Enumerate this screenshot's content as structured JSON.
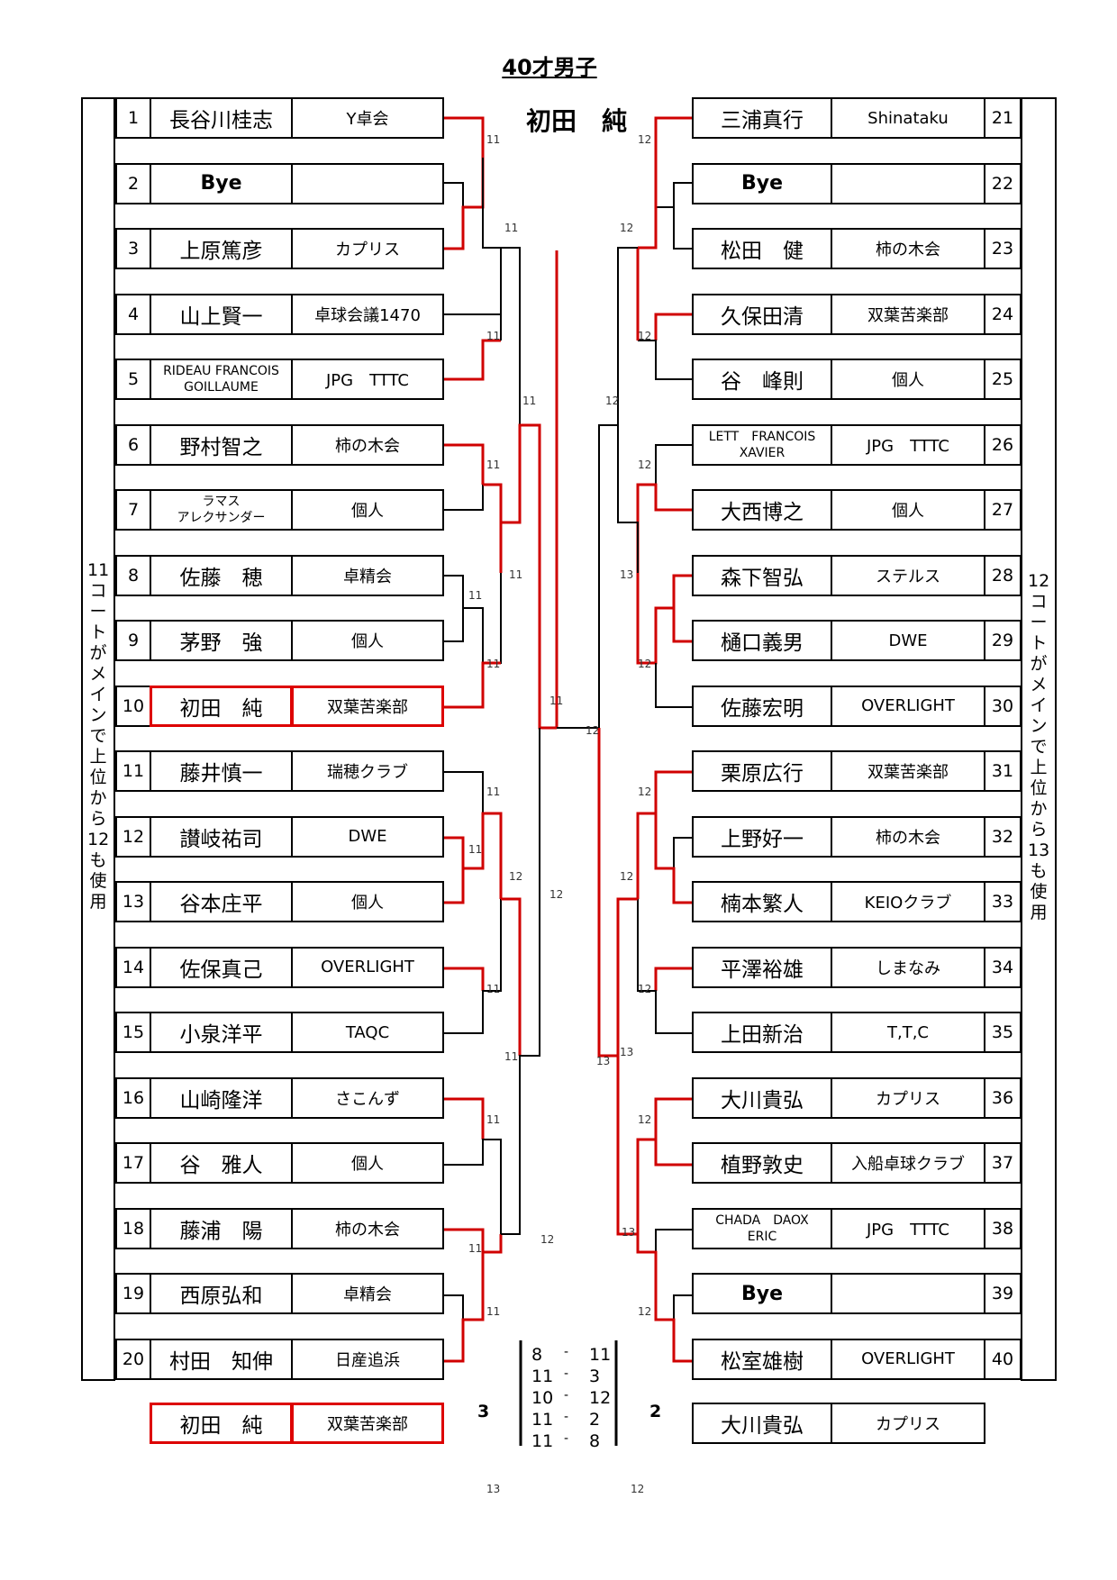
{
  "title": "40才男子",
  "champion": "初田　純",
  "left_note": "11\nコ\nー\nト\nが\nメ\nイ\nン\nで\n上\n位\nか\nら\n12\nも\n使\n用",
  "right_note": "12\nコ\nー\nト\nが\nメ\nイ\nン\nで\n上\n位\nか\nら\n13\nも\n使\n用",
  "left_players": [
    {
      "no": "1",
      "name": "長谷川桂志",
      "club": "Y卓会"
    },
    {
      "no": "2",
      "name": "Bye",
      "club": ""
    },
    {
      "no": "3",
      "name": "上原篤彦",
      "club": "カプリス"
    },
    {
      "no": "4",
      "name": "山上賢一",
      "club": "卓球会議1470"
    },
    {
      "no": "5",
      "name": "RIDEAU FRANCOIS\nGOILLAUME",
      "club": "JPG　TTTC"
    },
    {
      "no": "6",
      "name": "野村智之",
      "club": "柿の木会"
    },
    {
      "no": "7",
      "name": "ラマス\nアレクサンダー",
      "club": "個人"
    },
    {
      "no": "8",
      "name": "佐藤　穂",
      "club": "卓精会"
    },
    {
      "no": "9",
      "name": "茅野　強",
      "club": "個人"
    },
    {
      "no": "10",
      "name": "初田　純",
      "club": "双葉苦楽部"
    },
    {
      "no": "11",
      "name": "藤井慎一",
      "club": "瑞穂クラブ"
    },
    {
      "no": "12",
      "name": "讃岐祐司",
      "club": "DWE"
    },
    {
      "no": "13",
      "name": "谷本庄平",
      "club": "個人"
    },
    {
      "no": "14",
      "name": "佐保真己",
      "club": "OVERLIGHT"
    },
    {
      "no": "15",
      "name": "小泉洋平",
      "club": "TAQC"
    },
    {
      "no": "16",
      "name": "山崎隆洋",
      "club": "さこんず"
    },
    {
      "no": "17",
      "name": "谷　雅人",
      "club": "個人"
    },
    {
      "no": "18",
      "name": "藤浦　陽",
      "club": "柿の木会"
    },
    {
      "no": "19",
      "name": "西原弘和",
      "club": "卓精会"
    },
    {
      "no": "20",
      "name": "村田　知伸",
      "club": "日産追浜"
    }
  ],
  "right_players": [
    {
      "no": "21",
      "name": "三浦真行",
      "club": "Shinataku"
    },
    {
      "no": "22",
      "name": "Bye",
      "club": ""
    },
    {
      "no": "23",
      "name": "松田　健",
      "club": "柿の木会"
    },
    {
      "no": "24",
      "name": "久保田清",
      "club": "双葉苦楽部"
    },
    {
      "no": "25",
      "name": "谷　峰則",
      "club": "個人"
    },
    {
      "no": "26",
      "name": "LETT　FRANCOIS\nXAVIER",
      "club": "JPG　TTTC"
    },
    {
      "no": "27",
      "name": "大西博之",
      "club": "個人"
    },
    {
      "no": "28",
      "name": "森下智弘",
      "club": "ステルス"
    },
    {
      "no": "29",
      "name": "樋口義男",
      "club": "DWE"
    },
    {
      "no": "30",
      "name": "佐藤宏明",
      "club": "OVERLIGHT"
    },
    {
      "no": "31",
      "name": "栗原広行",
      "club": "双葉苦楽部"
    },
    {
      "no": "32",
      "name": "上野好一",
      "club": "柿の木会"
    },
    {
      "no": "33",
      "name": "楠本繁人",
      "club": "KEIOクラブ"
    },
    {
      "no": "34",
      "name": "平澤裕雄",
      "club": "しまなみ"
    },
    {
      "no": "35",
      "name": "上田新治",
      "club": "T,T,C"
    },
    {
      "no": "36",
      "name": "大川貴弘",
      "club": "カプリス"
    },
    {
      "no": "37",
      "name": "植野敦史",
      "club": "入船卓球クラブ"
    },
    {
      "no": "38",
      "name": "CHADA　DAOX\nERIC",
      "club": "JPG　TTTC"
    },
    {
      "no": "39",
      "name": "Bye",
      "club": ""
    },
    {
      "no": "40",
      "name": "松室雄樹",
      "club": "OVERLIGHT"
    }
  ],
  "final": {
    "left": {
      "name": "初田　純",
      "club": "双葉苦楽部",
      "games": "3"
    },
    "right": {
      "name": "大川貴弘",
      "club": "カプリス",
      "games": "2"
    },
    "scores": [
      {
        "a": "8",
        "sep": "-",
        "b": "11"
      },
      {
        "a": "11",
        "sep": "-",
        "b": "3"
      },
      {
        "a": "10",
        "sep": "-",
        "b": "12"
      },
      {
        "a": "11",
        "sep": "-",
        "b": "2"
      },
      {
        "a": "11",
        "sep": "-",
        "b": "8"
      }
    ]
  },
  "court_labels": [
    "11",
    "11",
    "11",
    "11",
    "11",
    "11",
    "11",
    "11",
    "11",
    "11",
    "11",
    "11",
    "11",
    "11",
    "11",
    "11",
    "12",
    "12",
    "12",
    "12",
    "12",
    "12",
    "12",
    "12",
    "12",
    "12",
    "12",
    "12",
    "12",
    "12",
    "12",
    "13",
    "13",
    "13",
    "13",
    "13",
    "12"
  ],
  "colors": {
    "winner_line": "#d00000",
    "line": "#000000"
  }
}
